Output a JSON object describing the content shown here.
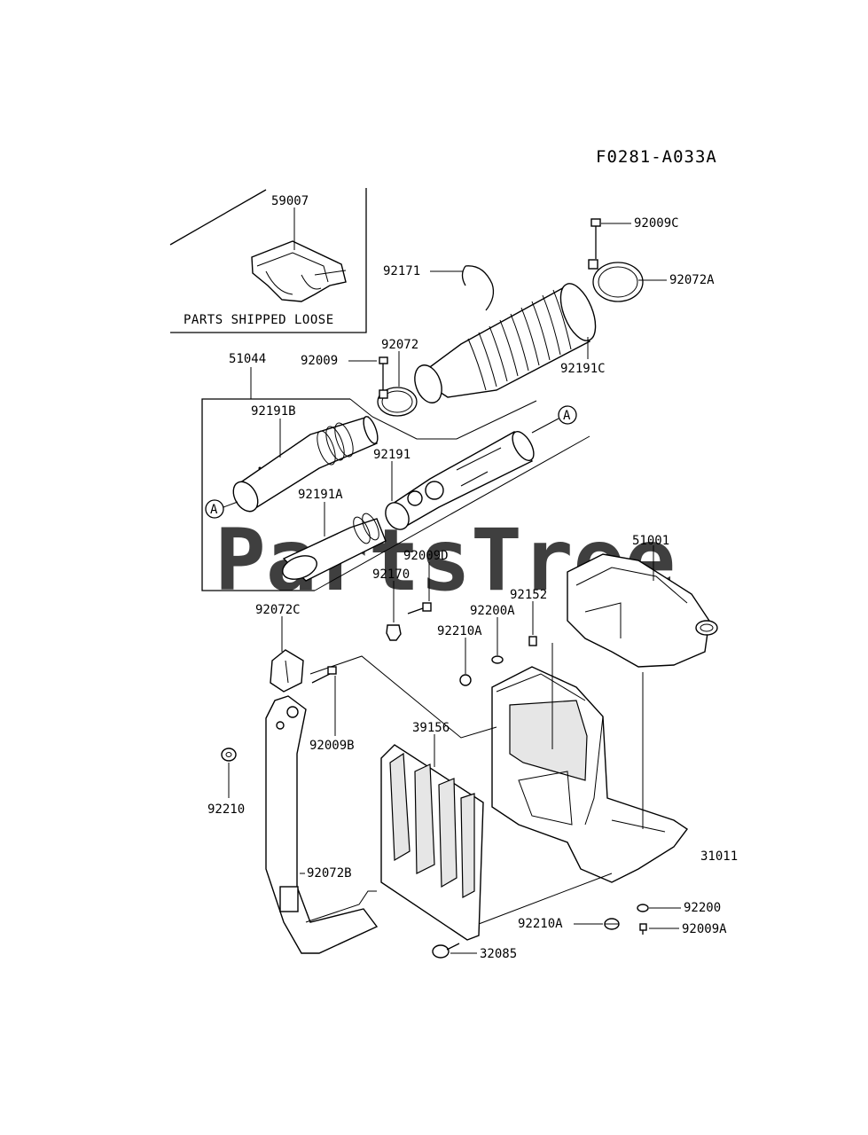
{
  "diagram_code": "F0281-A033A",
  "watermark": "PartsTree",
  "loose_parts_caption": "PARTS SHIPPED LOOSE",
  "callout_letter": "A",
  "part_numbers": {
    "p59007": "59007",
    "p92009C": "92009C",
    "p92171": "92171",
    "p92072A": "92072A",
    "p92072": "92072",
    "p92009": "92009",
    "p92191C": "92191C",
    "p51044": "51044",
    "p92191B": "92191B",
    "p92191": "92191",
    "p92191A": "92191A",
    "p51001": "51001",
    "p92009D": "92009D",
    "p92170": "92170",
    "p92152": "92152",
    "p92200A": "92200A",
    "p92210A_top": "92210A",
    "p92072C": "92072C",
    "p92009B": "92009B",
    "p39156": "39156",
    "p92210": "92210",
    "p92072B": "92072B",
    "p31011": "31011",
    "p92200": "92200",
    "p92210A_bottom": "92210A",
    "p92009A": "92009A",
    "p32085": "32085"
  }
}
